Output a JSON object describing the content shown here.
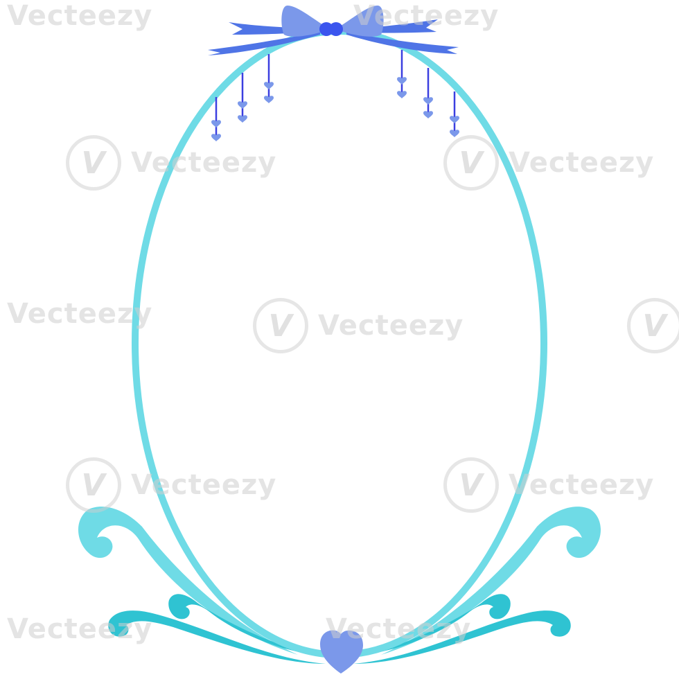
{
  "watermark": {
    "text": "Vecteezy",
    "logo_glyph": "V"
  },
  "colors": {
    "oval_ring": "#6fdbe6",
    "swirl_light": "#6fdbe6",
    "swirl_dark": "#2fc3d2",
    "bow": "#7b98ea",
    "bow_knot": "#3b55ee",
    "heart": "#7b98ea",
    "string": "#3b3fe0"
  },
  "icons": [
    "bow-icon",
    "heart-icon",
    "swirl-ornament"
  ]
}
